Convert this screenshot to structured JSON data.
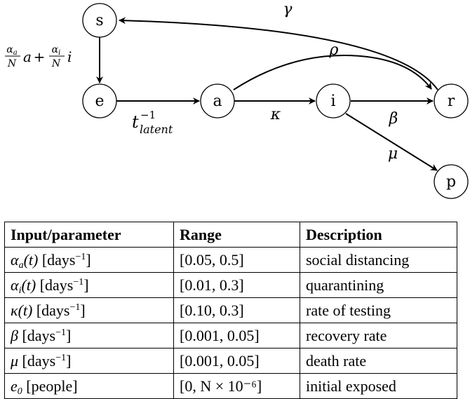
{
  "diagram": {
    "nodes": {
      "s": "s",
      "e": "e",
      "a": "a",
      "i": "i",
      "r": "r",
      "p": "p"
    },
    "edge_labels": {
      "gamma": "γ",
      "rho": "ρ",
      "kappa": "κ",
      "beta": "β",
      "mu": "μ",
      "s_to_e": {
        "alpha_a": "α",
        "alpha_a_sub": "a",
        "N": "N",
        "a": "a",
        "plus": "+",
        "alpha_i": "α",
        "alpha_i_sub": "i",
        "i": "i"
      },
      "latent": {
        "t": "t",
        "exponent": "−1",
        "subscript": "latent"
      }
    }
  },
  "table": {
    "headers": [
      "Input/parameter",
      "Range",
      "Description"
    ],
    "rows": [
      {
        "symbol": "α",
        "sub": "a",
        "arg": "(t)",
        "unit": "[days",
        "unit_exp": "−1",
        "unit_close": "]",
        "range": "[0.05, 0.5]",
        "description": "social distancing"
      },
      {
        "symbol": "α",
        "sub": "i",
        "arg": "(t)",
        "unit": "[days",
        "unit_exp": "−1",
        "unit_close": "]",
        "range": "[0.01, 0.3]",
        "description": "quarantining"
      },
      {
        "symbol": "κ",
        "sub": "",
        "arg": "(t)",
        "unit": "[days",
        "unit_exp": "−1",
        "unit_close": "]",
        "range": "[0.10, 0.3]",
        "description": "rate of testing"
      },
      {
        "symbol": "β",
        "sub": "",
        "arg": "",
        "unit": "[days",
        "unit_exp": "−1",
        "unit_close": "]",
        "range": "[0.001, 0.05]",
        "description": "recovery rate"
      },
      {
        "symbol": "μ",
        "sub": "",
        "arg": "",
        "unit": "[days",
        "unit_exp": "−1",
        "unit_close": "]",
        "range": "[0.001, 0.05]",
        "description": "death rate"
      },
      {
        "symbol": "e",
        "sub": "0",
        "arg": "",
        "unit": "[people]",
        "unit_exp": "",
        "unit_close": "",
        "range": "[0, N × 10⁻⁶]",
        "description": "initial exposed"
      }
    ]
  }
}
